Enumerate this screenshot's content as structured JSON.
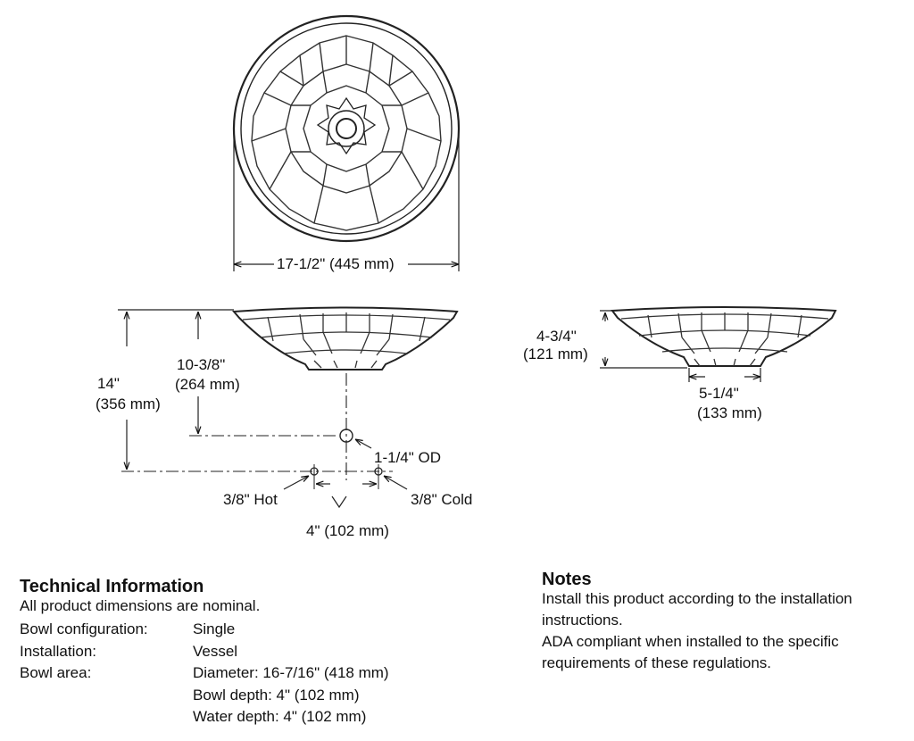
{
  "dimensions": {
    "top_width": "17-1/2\" (445 mm)",
    "height_bowl_in": "10-3/8\"",
    "height_bowl_mm": "(264 mm)",
    "total_height_in": "14\"",
    "total_height_mm": "(356 mm)",
    "drain_od": "1-1/4\" OD",
    "hot": "3/8\" Hot",
    "cold": "3/8\" Cold",
    "supply_spacing": "4\" (102 mm)",
    "side_height_in": "4-3/4\"",
    "side_height_mm": "(121 mm)",
    "base_width_in": "5-1/4\"",
    "base_width_mm": "(133 mm)"
  },
  "technical": {
    "title": "Technical Information",
    "subtitle": "All product dimensions are nominal.",
    "rows": [
      {
        "label": "Bowl configuration:",
        "values": [
          "Single"
        ]
      },
      {
        "label": "Installation:",
        "values": [
          "Vessel"
        ]
      },
      {
        "label": "Bowl area:",
        "values": [
          "Diameter: 16-7/16\" (418 mm)",
          "Bowl depth: 4\" (102 mm)",
          "Water depth: 4\" (102 mm)"
        ]
      }
    ]
  },
  "notes": {
    "title": "Notes",
    "items": [
      "Install this product according to the installation instructions.",
      "ADA compliant when installed to the specific requirements of these regulations."
    ]
  }
}
